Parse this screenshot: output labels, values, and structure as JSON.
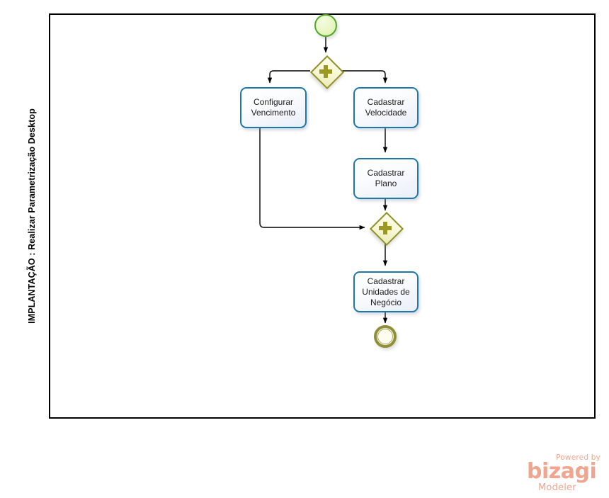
{
  "diagram": {
    "type": "bpmn-process",
    "pool": {
      "lane_label": "IMPLANTAÇÃO : Realizar Parametrização Desktop"
    },
    "nodes": [
      {
        "id": "start",
        "kind": "start-event",
        "name": "start-event",
        "label": ""
      },
      {
        "id": "gw_split",
        "kind": "parallel-gateway",
        "name": "parallel-gateway-split",
        "label": ""
      },
      {
        "id": "task_vencimento",
        "kind": "task",
        "name": "task-configurar-vencimento",
        "label": "Configurar\nVencimento"
      },
      {
        "id": "task_velocidade",
        "kind": "task",
        "name": "task-cadastrar-velocidade",
        "label": "Cadastrar\nVelocidade"
      },
      {
        "id": "task_plano",
        "kind": "task",
        "name": "task-cadastrar-plano",
        "label": "Cadastrar Plano"
      },
      {
        "id": "gw_join",
        "kind": "parallel-gateway",
        "name": "parallel-gateway-join",
        "label": ""
      },
      {
        "id": "task_unidades",
        "kind": "task",
        "name": "task-cadastrar-unidades-de-negocio",
        "label": "Cadastrar\nUnidades de\nNegócio"
      },
      {
        "id": "end",
        "kind": "end-event",
        "name": "end-event",
        "label": ""
      }
    ],
    "flows": [
      {
        "from": "start",
        "to": "gw_split",
        "label": ""
      },
      {
        "from": "gw_split",
        "to": "task_vencimento",
        "label": ""
      },
      {
        "from": "gw_split",
        "to": "task_velocidade",
        "label": ""
      },
      {
        "from": "task_velocidade",
        "to": "task_plano",
        "label": ""
      },
      {
        "from": "task_plano",
        "to": "gw_join",
        "label": ""
      },
      {
        "from": "task_vencimento",
        "to": "gw_join",
        "label": ""
      },
      {
        "from": "gw_join",
        "to": "task_unidades",
        "label": ""
      },
      {
        "from": "task_unidades",
        "to": "end",
        "label": ""
      }
    ],
    "colors": {
      "task_border": "#2176a8",
      "task_fill": "#eef3fa",
      "gateway_border": "#8f8f26",
      "gateway_fill": "#f7f7d6",
      "gateway_symbol": "#9a9a22",
      "start_border": "#52a72a",
      "start_fill": "#eaf7c8",
      "end_border": "#8f8f3a",
      "end_fill": "#fcfcef",
      "connector": "#000000",
      "pool_border": "#000000",
      "logo": "#f0a58f"
    }
  },
  "branding": {
    "powered_by": "Powered by",
    "product": "bizagi",
    "edition": "Modeler"
  }
}
